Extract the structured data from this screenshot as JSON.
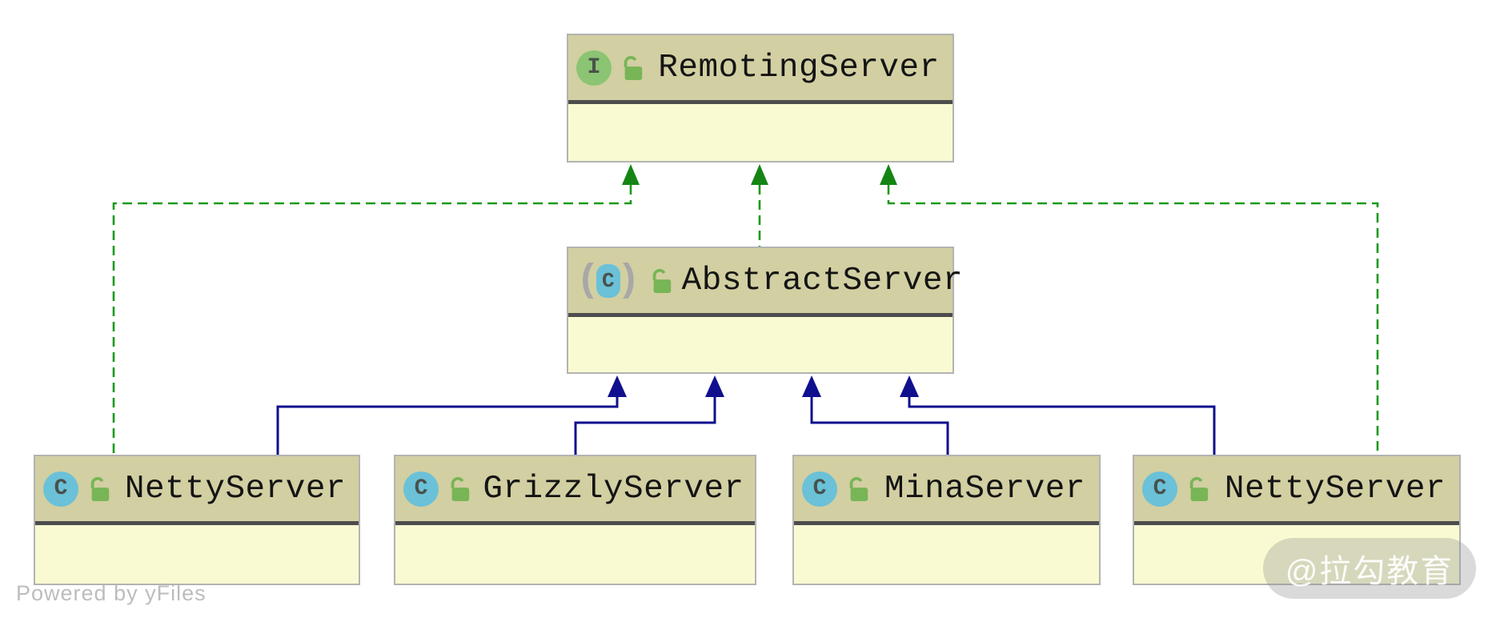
{
  "nodes": {
    "remoting": {
      "name": "RemotingServer",
      "kind": "interface",
      "icon_letter": "I"
    },
    "abstract": {
      "name": "AbstractServer",
      "kind": "abstract-class",
      "icon_letter": "C"
    },
    "netty1": {
      "name": "NettyServer",
      "kind": "class",
      "icon_letter": "C"
    },
    "grizzly": {
      "name": "GrizzlyServer",
      "kind": "class",
      "icon_letter": "C"
    },
    "mina": {
      "name": "MinaServer",
      "kind": "class",
      "icon_letter": "C"
    },
    "netty2": {
      "name": "NettyServer",
      "kind": "class",
      "icon_letter": "C"
    }
  },
  "icons": {
    "paren_open": "(",
    "paren_close": ")"
  },
  "edges": [
    {
      "from": "netty1",
      "to": "remoting",
      "type": "implements"
    },
    {
      "from": "abstract",
      "to": "remoting",
      "type": "implements"
    },
    {
      "from": "netty2",
      "to": "remoting",
      "type": "implements"
    },
    {
      "from": "netty1",
      "to": "abstract",
      "type": "extends"
    },
    {
      "from": "grizzly",
      "to": "abstract",
      "type": "extends"
    },
    {
      "from": "mina",
      "to": "abstract",
      "type": "extends"
    },
    {
      "from": "netty2",
      "to": "abstract",
      "type": "extends"
    }
  ],
  "watermark": {
    "text": "@拉勾教育"
  },
  "footer": {
    "powered_by": "Powered by yFiles"
  },
  "colors": {
    "implements_edge": "#1b9a1b",
    "implements_arrowhead": "#148514",
    "extends_edge": "#10108e",
    "extends_arrowhead": "#10108e",
    "header_fill": "#d2cfa2",
    "body_fill": "#fafad2",
    "node_border": "#b3b3b3",
    "separator": "#4d4d4d",
    "interface_icon": "#8bc473",
    "class_icon": "#6ac1d8",
    "lock_icon": "#77b556"
  }
}
